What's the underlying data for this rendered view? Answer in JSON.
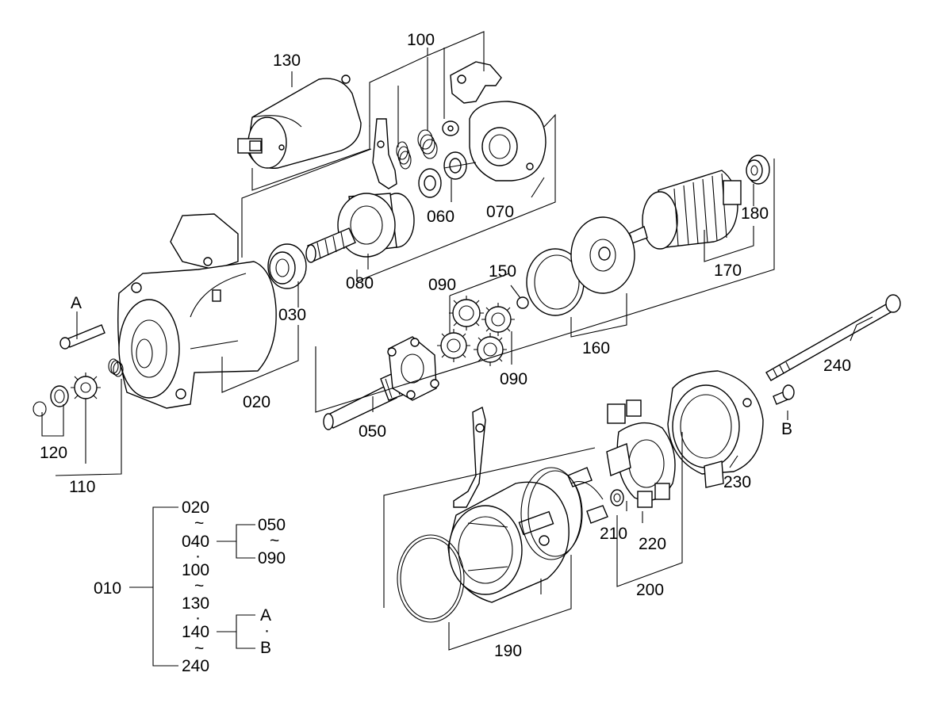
{
  "labels": {
    "p130": "130",
    "p100": "100",
    "p060": "060",
    "p070": "070",
    "p180": "180",
    "p170": "170",
    "p080": "080",
    "p150": "150",
    "p090a": "090",
    "p090b": "090",
    "p160": "160",
    "p030": "030",
    "p020": "020",
    "p050": "050",
    "p240": "240",
    "pA": "A",
    "pB": "B",
    "p120": "120",
    "p110": "110",
    "p230": "230",
    "p210": "210",
    "p220": "220",
    "p200": "200",
    "p190": "190"
  },
  "legend": {
    "root": "010",
    "r1": "020",
    "r1_tilde": "~",
    "r2": "040",
    "r2_dot": "·",
    "r3": "100",
    "r3_tilde": "~",
    "r4": "130",
    "r4_dot": "·",
    "r5": "140",
    "r5_tilde": "~",
    "r6": "240",
    "sub1a": "050",
    "sub1_tilde": "~",
    "sub1b": "090",
    "sub2a": "A",
    "sub2_dot": "·",
    "sub2b": "B"
  }
}
